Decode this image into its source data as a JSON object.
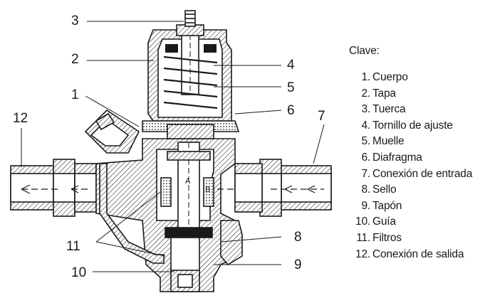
{
  "legend": {
    "title": "Clave:",
    "items": [
      {
        "num": "1.",
        "label": "Cuerpo"
      },
      {
        "num": "2.",
        "label": "Tapa"
      },
      {
        "num": "3.",
        "label": "Tuerca"
      },
      {
        "num": "4.",
        "label": "Tornillo de ajuste"
      },
      {
        "num": "5.",
        "label": "Muelle"
      },
      {
        "num": "6.",
        "label": "Diafragma"
      },
      {
        "num": "7.",
        "label": "Conexión de entrada"
      },
      {
        "num": "8.",
        "label": "Sello"
      },
      {
        "num": "9.",
        "label": "Tapón"
      },
      {
        "num": "10.",
        "label": "Guía"
      },
      {
        "num": "11.",
        "label": "Filtros"
      },
      {
        "num": "12.",
        "label": "Conexión de salida"
      }
    ]
  },
  "callouts": {
    "c1": "1",
    "c2": "2",
    "c3": "3",
    "c4": "4",
    "c5": "5",
    "c6": "6",
    "c7": "7",
    "c8": "8",
    "c9": "9",
    "c10": "10",
    "c11": "11",
    "c12": "12"
  },
  "chamber_labels": {
    "a": "A",
    "b": "B"
  }
}
